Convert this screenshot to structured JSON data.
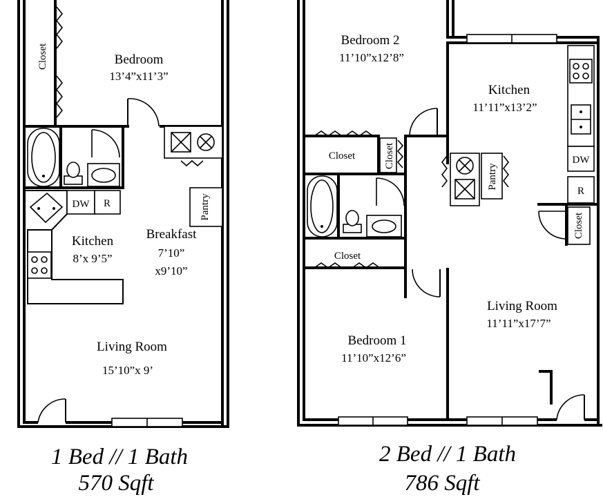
{
  "plans": [
    {
      "caption_type": "1 Bed // 1 Bath",
      "caption_area": "570 Sqft",
      "rooms": {
        "bedroom": {
          "name": "Bedroom",
          "dims": "13’4”x11’3”"
        },
        "kitchen": {
          "name": "Kitchen",
          "dims": "8’x 9’5”"
        },
        "breakfast": {
          "name": "Breakfast",
          "dims_line1": "7’10”",
          "dims_line2": "x9’10”"
        },
        "living": {
          "name": "Living Room",
          "dims": "15’10”x 9’"
        }
      },
      "labels": {
        "closet": "Closet",
        "pantry": "Pantry",
        "dw": "DW",
        "fridge": "R"
      }
    },
    {
      "caption_type": "2 Bed // 1 Bath",
      "caption_area": "786 Sqft",
      "rooms": {
        "bedroom2": {
          "name": "Bedroom 2",
          "dims": "11’10”x12’8”"
        },
        "kitchen": {
          "name": "Kitchen",
          "dims": "11’11”x13’2”"
        },
        "living": {
          "name": "Living Room",
          "dims": "11’11”x17’7”"
        },
        "bedroom1": {
          "name": "Bedroom 1",
          "dims": "11’10”x12’6”"
        }
      },
      "labels": {
        "closet": "Closet",
        "pantry": "Pantry",
        "dw": "DW",
        "fridge": "R"
      }
    }
  ]
}
